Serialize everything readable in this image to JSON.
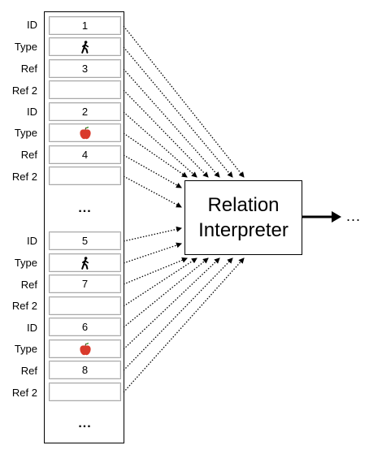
{
  "memory": {
    "groups": [
      {
        "rows": [
          {
            "label": "ID",
            "value": "1"
          },
          {
            "label": "Type",
            "icon": "walking-person-icon"
          },
          {
            "label": "Ref",
            "value": "3"
          },
          {
            "label": "Ref 2",
            "value": ""
          }
        ]
      },
      {
        "rows": [
          {
            "label": "ID",
            "value": "2"
          },
          {
            "label": "Type",
            "icon": "apple-icon"
          },
          {
            "label": "Ref",
            "value": "4"
          },
          {
            "label": "Ref 2",
            "value": ""
          }
        ]
      },
      {
        "rows": [
          {
            "label": "ID",
            "value": "5"
          },
          {
            "label": "Type",
            "icon": "walking-person-icon"
          },
          {
            "label": "Ref",
            "value": "7"
          },
          {
            "label": "Ref 2",
            "value": ""
          }
        ]
      },
      {
        "rows": [
          {
            "label": "ID",
            "value": "6"
          },
          {
            "label": "Type",
            "icon": "apple-icon"
          },
          {
            "label": "Ref",
            "value": "8"
          },
          {
            "label": "Ref 2",
            "value": ""
          }
        ]
      }
    ],
    "ellipsis": "..."
  },
  "interpreter": {
    "line1": "Relation",
    "line2": "Interpreter"
  },
  "output": {
    "ellipsis": "..."
  },
  "colors": {
    "apple": "#d93a2b",
    "cell_border": "#a9a9a9"
  }
}
